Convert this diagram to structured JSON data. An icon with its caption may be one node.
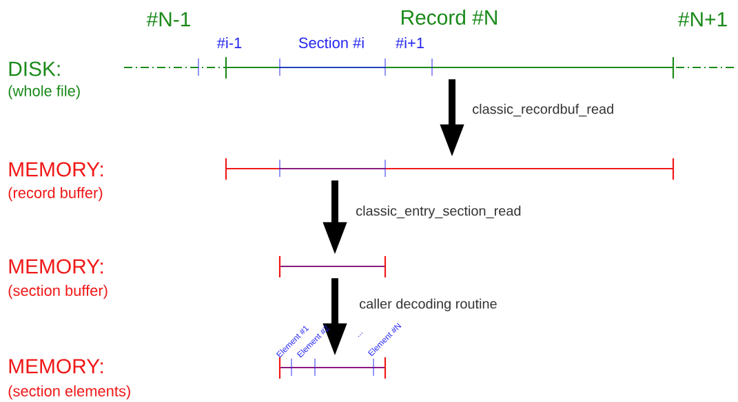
{
  "diagram": {
    "nodes": [
      {
        "text": [],
        "shape": "bar"
      },
      {
        "text": [],
        "shape": "bar"
      },
      {
        "text": [],
        "shape": "bar"
      },
      {
        "text": [],
        "shape": "bar"
      }
    ],
    "edges": [
      {
        "from": 0,
        "to": 1,
        "arrow": "to",
        "label": "classic_recordbuf_read"
      },
      {
        "from": 1,
        "to": 2,
        "arrow": "to",
        "label": "classic_entry_section_read"
      },
      {
        "from": 2,
        "to": 3,
        "arrow": "to",
        "label": "caller decoding routine"
      }
    ],
    "labels": [
      "#N-1",
      "Record #N",
      "#N+1",
      "#i-1",
      "Section #i",
      "#i+1",
      "DISK:",
      "(whole file)",
      "MEMORY:",
      "(record buffer)",
      "MEMORY:",
      "(section buffer)",
      "Element #1",
      "Element #2",
      "...",
      "Element #N",
      "MEMORY:",
      "(section elements)"
    ]
  }
}
